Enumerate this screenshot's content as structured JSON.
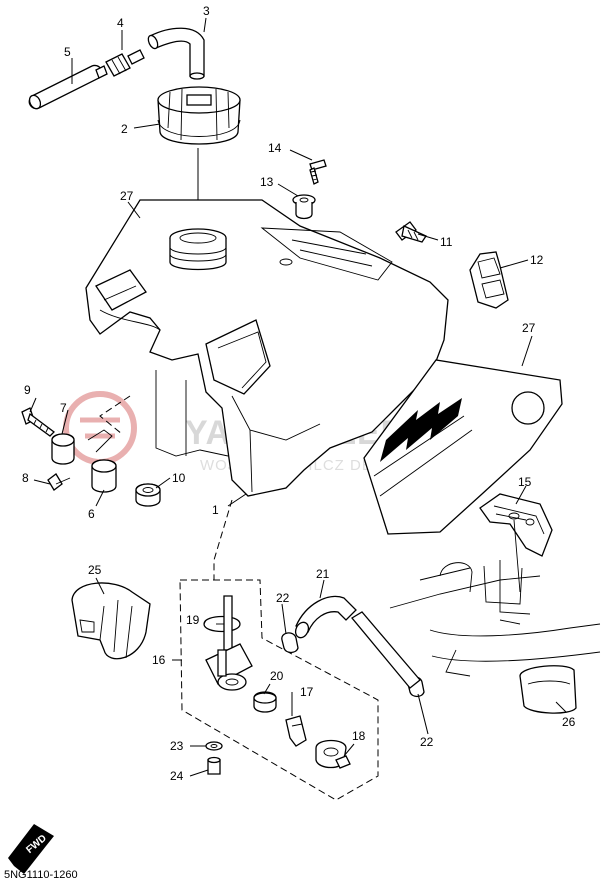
{
  "diagram_code": "5NG1110-1260",
  "watermark": {
    "main": "YAMASKLEP.PL",
    "sub": "WOJCIECH WILCZ DEALER YAMAHA"
  },
  "fwd_badge": "FWD",
  "callouts": [
    "1",
    "2",
    "3",
    "4",
    "5",
    "6",
    "7",
    "8",
    "9",
    "10",
    "11",
    "12",
    "13",
    "14",
    "15",
    "16",
    "17",
    "18",
    "19",
    "20",
    "21",
    "22",
    "22",
    "23",
    "24",
    "25",
    "26",
    "27",
    "27"
  ],
  "colors": {
    "line": "#000000",
    "watermark": "#d8d8d8",
    "watermark_logo": "#e9b0b0"
  }
}
